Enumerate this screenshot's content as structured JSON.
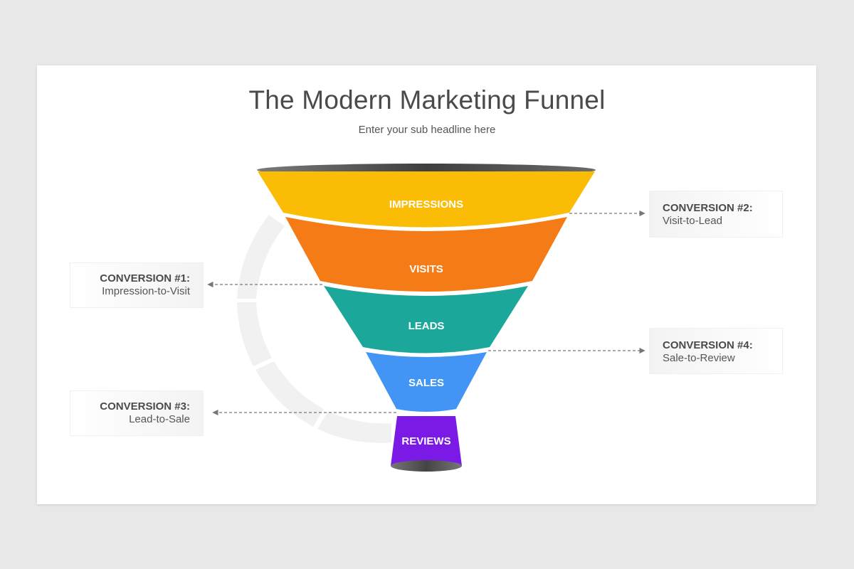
{
  "title": "The Modern Marketing Funnel",
  "subtitle": "Enter your sub headline here",
  "stages": [
    {
      "label": "IMPRESSIONS",
      "color": "#fbbc05"
    },
    {
      "label": "VISITS",
      "color": "#f47b16"
    },
    {
      "label": "LEADS",
      "color": "#1ba89a"
    },
    {
      "label": "SALES",
      "color": "#4295f5"
    },
    {
      "label": "REVIEWS",
      "color": "#7b1ae6"
    }
  ],
  "conversions": [
    {
      "title": "CONVERSION #1:",
      "desc": "Impression-to-Visit"
    },
    {
      "title": "CONVERSION #2:",
      "desc": "Visit-to-Lead"
    },
    {
      "title": "CONVERSION #3:",
      "desc": "Lead-to-Sale"
    },
    {
      "title": "CONVERSION #4:",
      "desc": "Sale-to-Review"
    }
  ],
  "colors": {
    "background": "#e9e8e9",
    "card": "#ffffff",
    "connector": "#777777",
    "cycle_ring": "#f0f0f0"
  }
}
